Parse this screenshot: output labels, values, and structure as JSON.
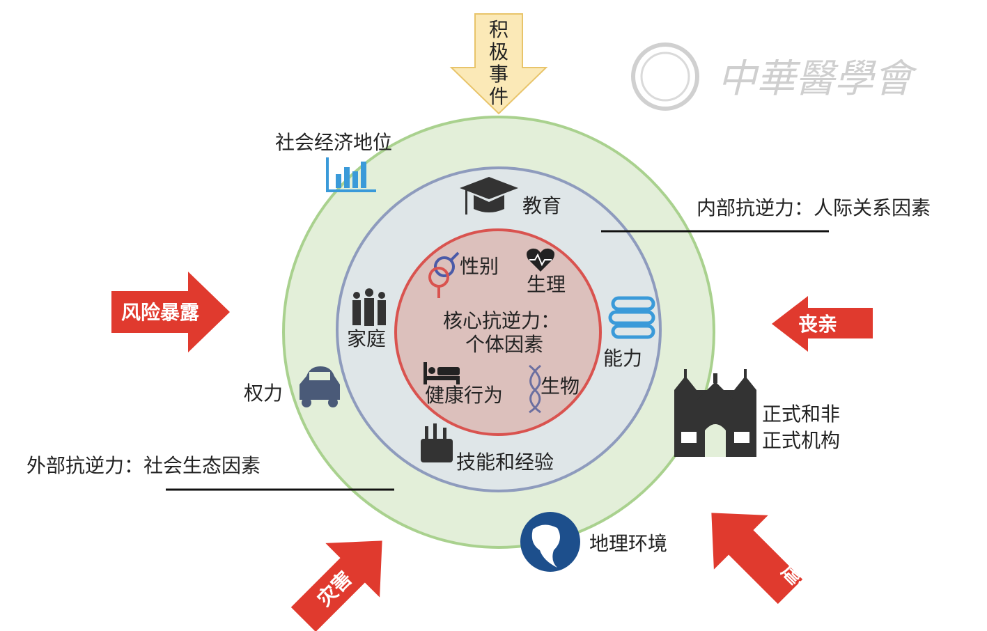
{
  "watermark": {
    "text": "中華醫學會"
  },
  "arrows": {
    "top": "积极事件",
    "left": "风险暴露",
    "right": "丧亲",
    "bottom_left": "灾害",
    "bottom_right": "虐待"
  },
  "rings": {
    "outer_label": "外部抗逆力：社会生态因素",
    "middle_label": "内部抗逆力：人际关系因素",
    "core_label_1": "核心抗逆力：",
    "core_label_2": "个体因素"
  },
  "outer_items": {
    "ses": "社会经济地位",
    "power": "权力",
    "institutions_1": "正式和非",
    "institutions_2": "正式机构",
    "geography": "地理环境"
  },
  "middle_items": {
    "education": "教育",
    "family": "家庭",
    "ability": "能力",
    "skills": "技能和经验"
  },
  "core_items": {
    "gender": "性别",
    "physiology": "生理",
    "health": "健康行为",
    "biology": "生物"
  },
  "colors": {
    "outer_fill": "#e3efd9",
    "outer_stroke": "#a9d18e",
    "middle_fill": "#dfe6e8",
    "middle_stroke": "#8e9bbd",
    "core_fill": "#dcc0bc",
    "core_stroke": "#d9534f",
    "arrow_red": "#e03a2e",
    "arrow_yellow": "#fbe9b7"
  }
}
